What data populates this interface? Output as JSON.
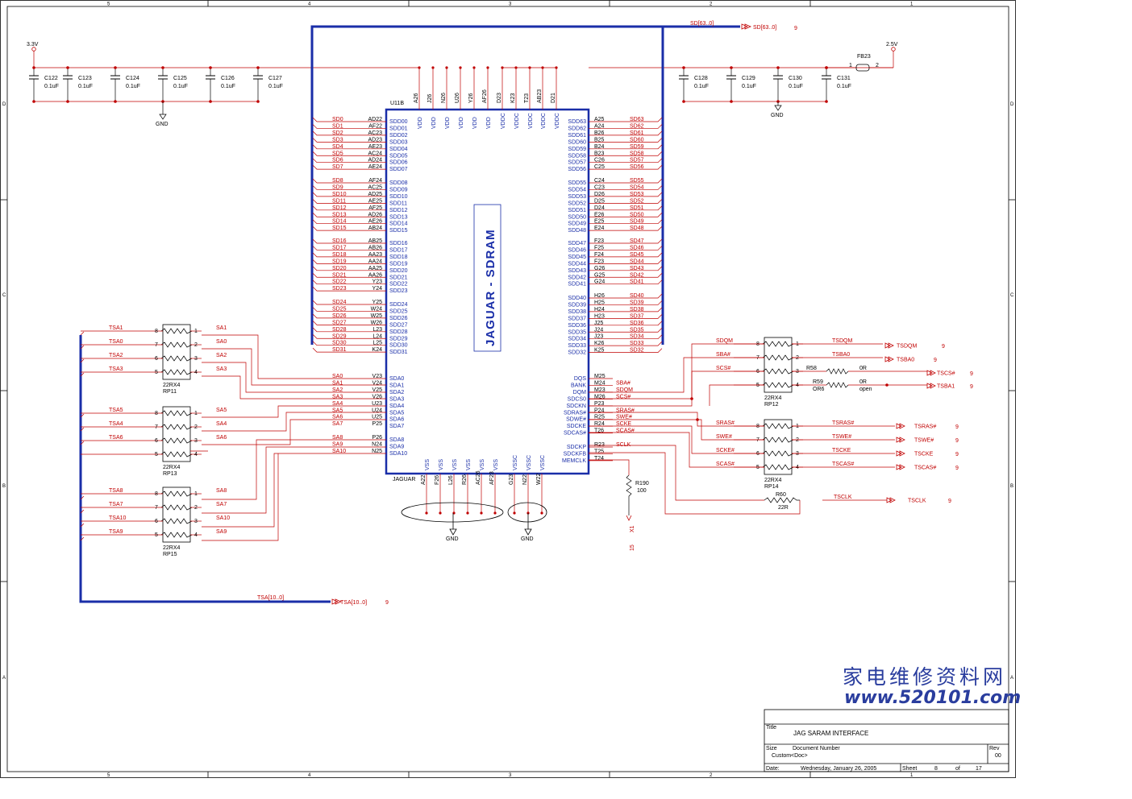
{
  "frame": {
    "columns": [
      "5",
      "4",
      "3",
      "2",
      "1"
    ],
    "rows": [
      "D",
      "C",
      "B",
      "A"
    ]
  },
  "chip": {
    "ref": "U11B",
    "name": "JAGUAR",
    "label": "JAGUAR - SDRAM",
    "top_pins": [
      {
        "pin": "A26",
        "name": "VDD"
      },
      {
        "pin": "J26",
        "name": "VDD"
      },
      {
        "pin": "N26",
        "name": "VDD"
      },
      {
        "pin": "U26",
        "name": "VDD"
      },
      {
        "pin": "Y26",
        "name": "VDD"
      },
      {
        "pin": "AF26",
        "name": "VDD"
      },
      {
        "pin": "D23",
        "name": "VDDC"
      },
      {
        "pin": "K23",
        "name": "VDDC"
      },
      {
        "pin": "T23",
        "name": "VDDC"
      },
      {
        "pin": "AB23",
        "name": "VDDC"
      },
      {
        "pin": "D21",
        "name": "VDDC"
      }
    ],
    "bottom_pins": [
      {
        "pin": "A22",
        "name": "VSS"
      },
      {
        "pin": "F26",
        "name": "VSS"
      },
      {
        "pin": "L26",
        "name": "VSS"
      },
      {
        "pin": "R26",
        "name": "VSS"
      },
      {
        "pin": "AC26",
        "name": "VSS"
      },
      {
        "pin": "AF23",
        "name": "VSS"
      },
      {
        "pin": "G23",
        "name": "VSSC"
      },
      {
        "pin": "N22",
        "name": "VSSC"
      },
      {
        "pin": "W22",
        "name": "VSSC"
      }
    ],
    "left_groups": [
      [
        [
          "SD0",
          "AD22",
          "SDD00"
        ],
        [
          "SD1",
          "AF22",
          "SDD01"
        ],
        [
          "SD2",
          "AC23",
          "SDD02"
        ],
        [
          "SD3",
          "AD23",
          "SDD03"
        ],
        [
          "SD4",
          "AE23",
          "SDD04"
        ],
        [
          "SD5",
          "AC24",
          "SDD05"
        ],
        [
          "SD6",
          "AD24",
          "SDD06"
        ],
        [
          "SD7",
          "AE24",
          "SDD07"
        ]
      ],
      [
        [
          "SD8",
          "AF24",
          "SDD08"
        ],
        [
          "SD9",
          "AC25",
          "SDD09"
        ],
        [
          "SD10",
          "AD25",
          "SDD10"
        ],
        [
          "SD11",
          "AE25",
          "SDD11"
        ],
        [
          "SD12",
          "AF25",
          "SDD12"
        ],
        [
          "SD13",
          "AD26",
          "SDD13"
        ],
        [
          "SD14",
          "AE26",
          "SDD14"
        ],
        [
          "SD15",
          "AB24",
          "SDD15"
        ]
      ],
      [
        [
          "SD16",
          "AB25",
          "SDD16"
        ],
        [
          "SD17",
          "AB26",
          "SDD17"
        ],
        [
          "SD18",
          "AA23",
          "SDD18"
        ],
        [
          "SD19",
          "AA24",
          "SDD19"
        ],
        [
          "SD20",
          "AA25",
          "SDD20"
        ],
        [
          "SD21",
          "AA26",
          "SDD21"
        ],
        [
          "SD22",
          "Y23",
          "SDD22"
        ],
        [
          "SD23",
          "Y24",
          "SDD23"
        ]
      ],
      [
        [
          "SD24",
          "Y25",
          "SDD24"
        ],
        [
          "SD25",
          "W24",
          "SDD25"
        ],
        [
          "SD26",
          "W25",
          "SDD26"
        ],
        [
          "SD27",
          "W26",
          "SDD27"
        ],
        [
          "SD28",
          "L23",
          "SDD28"
        ],
        [
          "SD29",
          "L24",
          "SDD29"
        ],
        [
          "SD30",
          "L25",
          "SDD30"
        ],
        [
          "SD31",
          "K24",
          "SDD31"
        ]
      ],
      [
        [
          "SA0",
          "V23",
          "SDA0"
        ],
        [
          "SA1",
          "V24",
          "SDA1"
        ],
        [
          "SA2",
          "V25",
          "SDA2"
        ],
        [
          "SA3",
          "V26",
          "SDA3"
        ],
        [
          "SA4",
          "U23",
          "SDA4"
        ],
        [
          "SA5",
          "U24",
          "SDA5"
        ],
        [
          "SA6",
          "U25",
          "SDA6"
        ],
        [
          "SA7",
          "P25",
          "SDA7"
        ]
      ],
      [
        [
          "SA8",
          "P26",
          "SDA8"
        ],
        [
          "SA9",
          "N24",
          "SDA9"
        ],
        [
          "SA10",
          "N25",
          "SDA10"
        ]
      ]
    ],
    "right_groups": [
      [
        [
          "SD63",
          "A25",
          "SDD63"
        ],
        [
          "SD62",
          "A24",
          "SDD62"
        ],
        [
          "SD61",
          "B26",
          "SDD61"
        ],
        [
          "SD60",
          "B25",
          "SDD60"
        ],
        [
          "SD59",
          "B24",
          "SDD59"
        ],
        [
          "SD58",
          "B23",
          "SDD58"
        ],
        [
          "SD57",
          "C26",
          "SDD57"
        ],
        [
          "SD56",
          "C25",
          "SDD56"
        ]
      ],
      [
        [
          "SD55",
          "C24",
          "SDD55"
        ],
        [
          "SD54",
          "C23",
          "SDD54"
        ],
        [
          "SD53",
          "D26",
          "SDD53"
        ],
        [
          "SD52",
          "D25",
          "SDD52"
        ],
        [
          "SD51",
          "D24",
          "SDD51"
        ],
        [
          "SD50",
          "E26",
          "SDD50"
        ],
        [
          "SD49",
          "E25",
          "SDD49"
        ],
        [
          "SD48",
          "E24",
          "SDD48"
        ]
      ],
      [
        [
          "SD47",
          "F23",
          "SDD47"
        ],
        [
          "SD46",
          "F25",
          "SDD46"
        ],
        [
          "SD45",
          "F24",
          "SDD45"
        ],
        [
          "SD44",
          "F23",
          "SDD44"
        ],
        [
          "SD43",
          "G26",
          "SDD43"
        ],
        [
          "SD42",
          "G25",
          "SDD42"
        ],
        [
          "SD41",
          "G24",
          "SDD41"
        ]
      ],
      [
        [
          "SD40",
          "H26",
          "SDD40"
        ],
        [
          "SD39",
          "H25",
          "SDD39"
        ],
        [
          "SD38",
          "H24",
          "SDD38"
        ],
        [
          "SD37",
          "H23",
          "SDD37"
        ],
        [
          "SD36",
          "J25",
          "SDD36"
        ],
        [
          "SD35",
          "J24",
          "SDD35"
        ],
        [
          "SD34",
          "J23",
          "SDD34"
        ],
        [
          "SD33",
          "K26",
          "SDD33"
        ],
        [
          "SD32",
          "K25",
          "SDD32"
        ]
      ],
      [
        [
          "",
          "M25",
          "DQS"
        ],
        [
          "SBA#",
          "M24",
          "BANK"
        ],
        [
          "SDQM",
          "M23",
          "DQM"
        ],
        [
          "SCS#",
          "M26",
          "SDCS0"
        ],
        [
          "",
          "P23",
          "SDCKN"
        ],
        [
          "SRAS#",
          "P24",
          "SDRAS#"
        ],
        [
          "SWE#",
          "R25",
          "SDWE#"
        ],
        [
          "SCKE",
          "R24",
          "SDCKE"
        ],
        [
          "SCAS#",
          "T26",
          "SDCAS#"
        ]
      ],
      [
        [
          "SCLK",
          "R23",
          "SDCKP"
        ],
        [
          "",
          "T25",
          "SDCKFB"
        ],
        [
          "",
          "T24",
          "MEMCLK"
        ]
      ]
    ]
  },
  "caps_left": {
    "rail": "3.3V",
    "parts": [
      {
        "ref": "C122",
        "value": "0.1uF"
      },
      {
        "ref": "C123",
        "value": "0.1uF"
      },
      {
        "ref": "C124",
        "value": "0.1uF"
      },
      {
        "ref": "C125",
        "value": "0.1uF"
      },
      {
        "ref": "C126",
        "value": "0.1uF"
      },
      {
        "ref": "C127",
        "value": "0.1uF"
      }
    ],
    "gnd": "GND"
  },
  "caps_right": {
    "rail": "2.5V",
    "parts": [
      {
        "ref": "C128",
        "value": "0.1uF"
      },
      {
        "ref": "C129",
        "value": "0.1uF"
      },
      {
        "ref": "C130",
        "value": "0.1uF"
      },
      {
        "ref": "C131",
        "value": "0.1uF"
      }
    ],
    "gnd": "GND",
    "ferrite": {
      "ref": "FB23",
      "pin1": "1",
      "pin2": "2"
    }
  },
  "buses": {
    "sd": {
      "net": "SD[63..0]",
      "port": "SD[63..0]",
      "sheet": "9"
    },
    "tsa": {
      "net": "TSA[10..0]",
      "port": "TSA[10..0]",
      "sheet": "9"
    }
  },
  "rpacks_left": [
    {
      "ref": "RP11",
      "value": "22RX4",
      "rows": [
        [
          "8",
          "TSA1",
          "1",
          "SA1"
        ],
        [
          "7",
          "TSA0",
          "2",
          "SA0"
        ],
        [
          "6",
          "TSA2",
          "3",
          "SA2"
        ],
        [
          "5",
          "TSA3",
          "4",
          "SA3"
        ]
      ]
    },
    {
      "ref": "RP13",
      "value": "22RX4",
      "rows": [
        [
          "8",
          "TSA5",
          "1",
          "SA5"
        ],
        [
          "7",
          "TSA4",
          "2",
          "SA4"
        ],
        [
          "6",
          "TSA6",
          "3",
          "SA6"
        ],
        [
          "5",
          "",
          "4",
          ""
        ]
      ]
    },
    {
      "ref": "RP15",
      "value": "22RX4",
      "rows": [
        [
          "8",
          "TSA8",
          "1",
          "SA8"
        ],
        [
          "7",
          "TSA7",
          "2",
          "SA7"
        ],
        [
          "6",
          "TSA10",
          "3",
          "SA10"
        ],
        [
          "5",
          "TSA9",
          "4",
          "SA9"
        ]
      ]
    }
  ],
  "rpacks_right": [
    {
      "ref": "RP12",
      "value": "22RX4",
      "rows": [
        [
          "8",
          "SDQM",
          "1",
          "TSDQM"
        ],
        [
          "7",
          "SBA#",
          "2",
          "TSBA0"
        ],
        [
          "6",
          "SCS#",
          "3",
          ""
        ],
        [
          "5",
          "",
          "4",
          ""
        ]
      ]
    },
    {
      "ref": "RP14",
      "value": "22RX4",
      "rows": [
        [
          "8",
          "SRAS#",
          "1",
          "TSRAS#"
        ],
        [
          "7",
          "SWE#",
          "2",
          "TSWE#"
        ],
        [
          "6",
          "SCKE#",
          "3",
          "TSCKE"
        ],
        [
          "5",
          "SCAS#",
          "4",
          "TSCAS#"
        ]
      ]
    }
  ],
  "right_ports": [
    {
      "name": "TSDQM",
      "sheet": "9"
    },
    {
      "name": "TSBA0",
      "sheet": "9"
    },
    {
      "name": "TSCS#",
      "sheet": "9"
    },
    {
      "name": "TSBA1",
      "sheet": "9"
    },
    {
      "name": "TSRAS#",
      "sheet": "9"
    },
    {
      "name": "TSWE#",
      "sheet": "9"
    },
    {
      "name": "TSCKE",
      "sheet": "9"
    },
    {
      "name": "TSCAS#",
      "sheet": "9"
    },
    {
      "name": "TSCLK",
      "sheet": "9"
    }
  ],
  "resistors": {
    "r58": {
      "ref": "R58",
      "value": "0R"
    },
    "r59": {
      "ref": "R59",
      "alt": "OR6",
      "value": "0R",
      "value2": "open"
    },
    "r60": {
      "ref": "R60",
      "value": "22R",
      "net": "TSCLK"
    },
    "r190": {
      "ref": "R190",
      "value": "100"
    },
    "x1": {
      "ref": "X1",
      "sheet": "15"
    }
  },
  "gnd_labels": [
    "GND",
    "GND"
  ],
  "watermark": {
    "cn": "家电维修资料网",
    "url": "www.520101.com"
  },
  "title_block": {
    "title_label": "Title",
    "title": "JAG SARAM INTERFACE",
    "size_label": "Size",
    "size": "Custom",
    "docnum_label": "Document Number",
    "docnum": "<Doc>",
    "rev_label": "Rev",
    "rev": "00",
    "date_label": "Date:",
    "date": "Wednesday, January 26, 2005",
    "sheet_label": "Sheet",
    "sheet": "8",
    "of_label": "of",
    "of": "17"
  }
}
